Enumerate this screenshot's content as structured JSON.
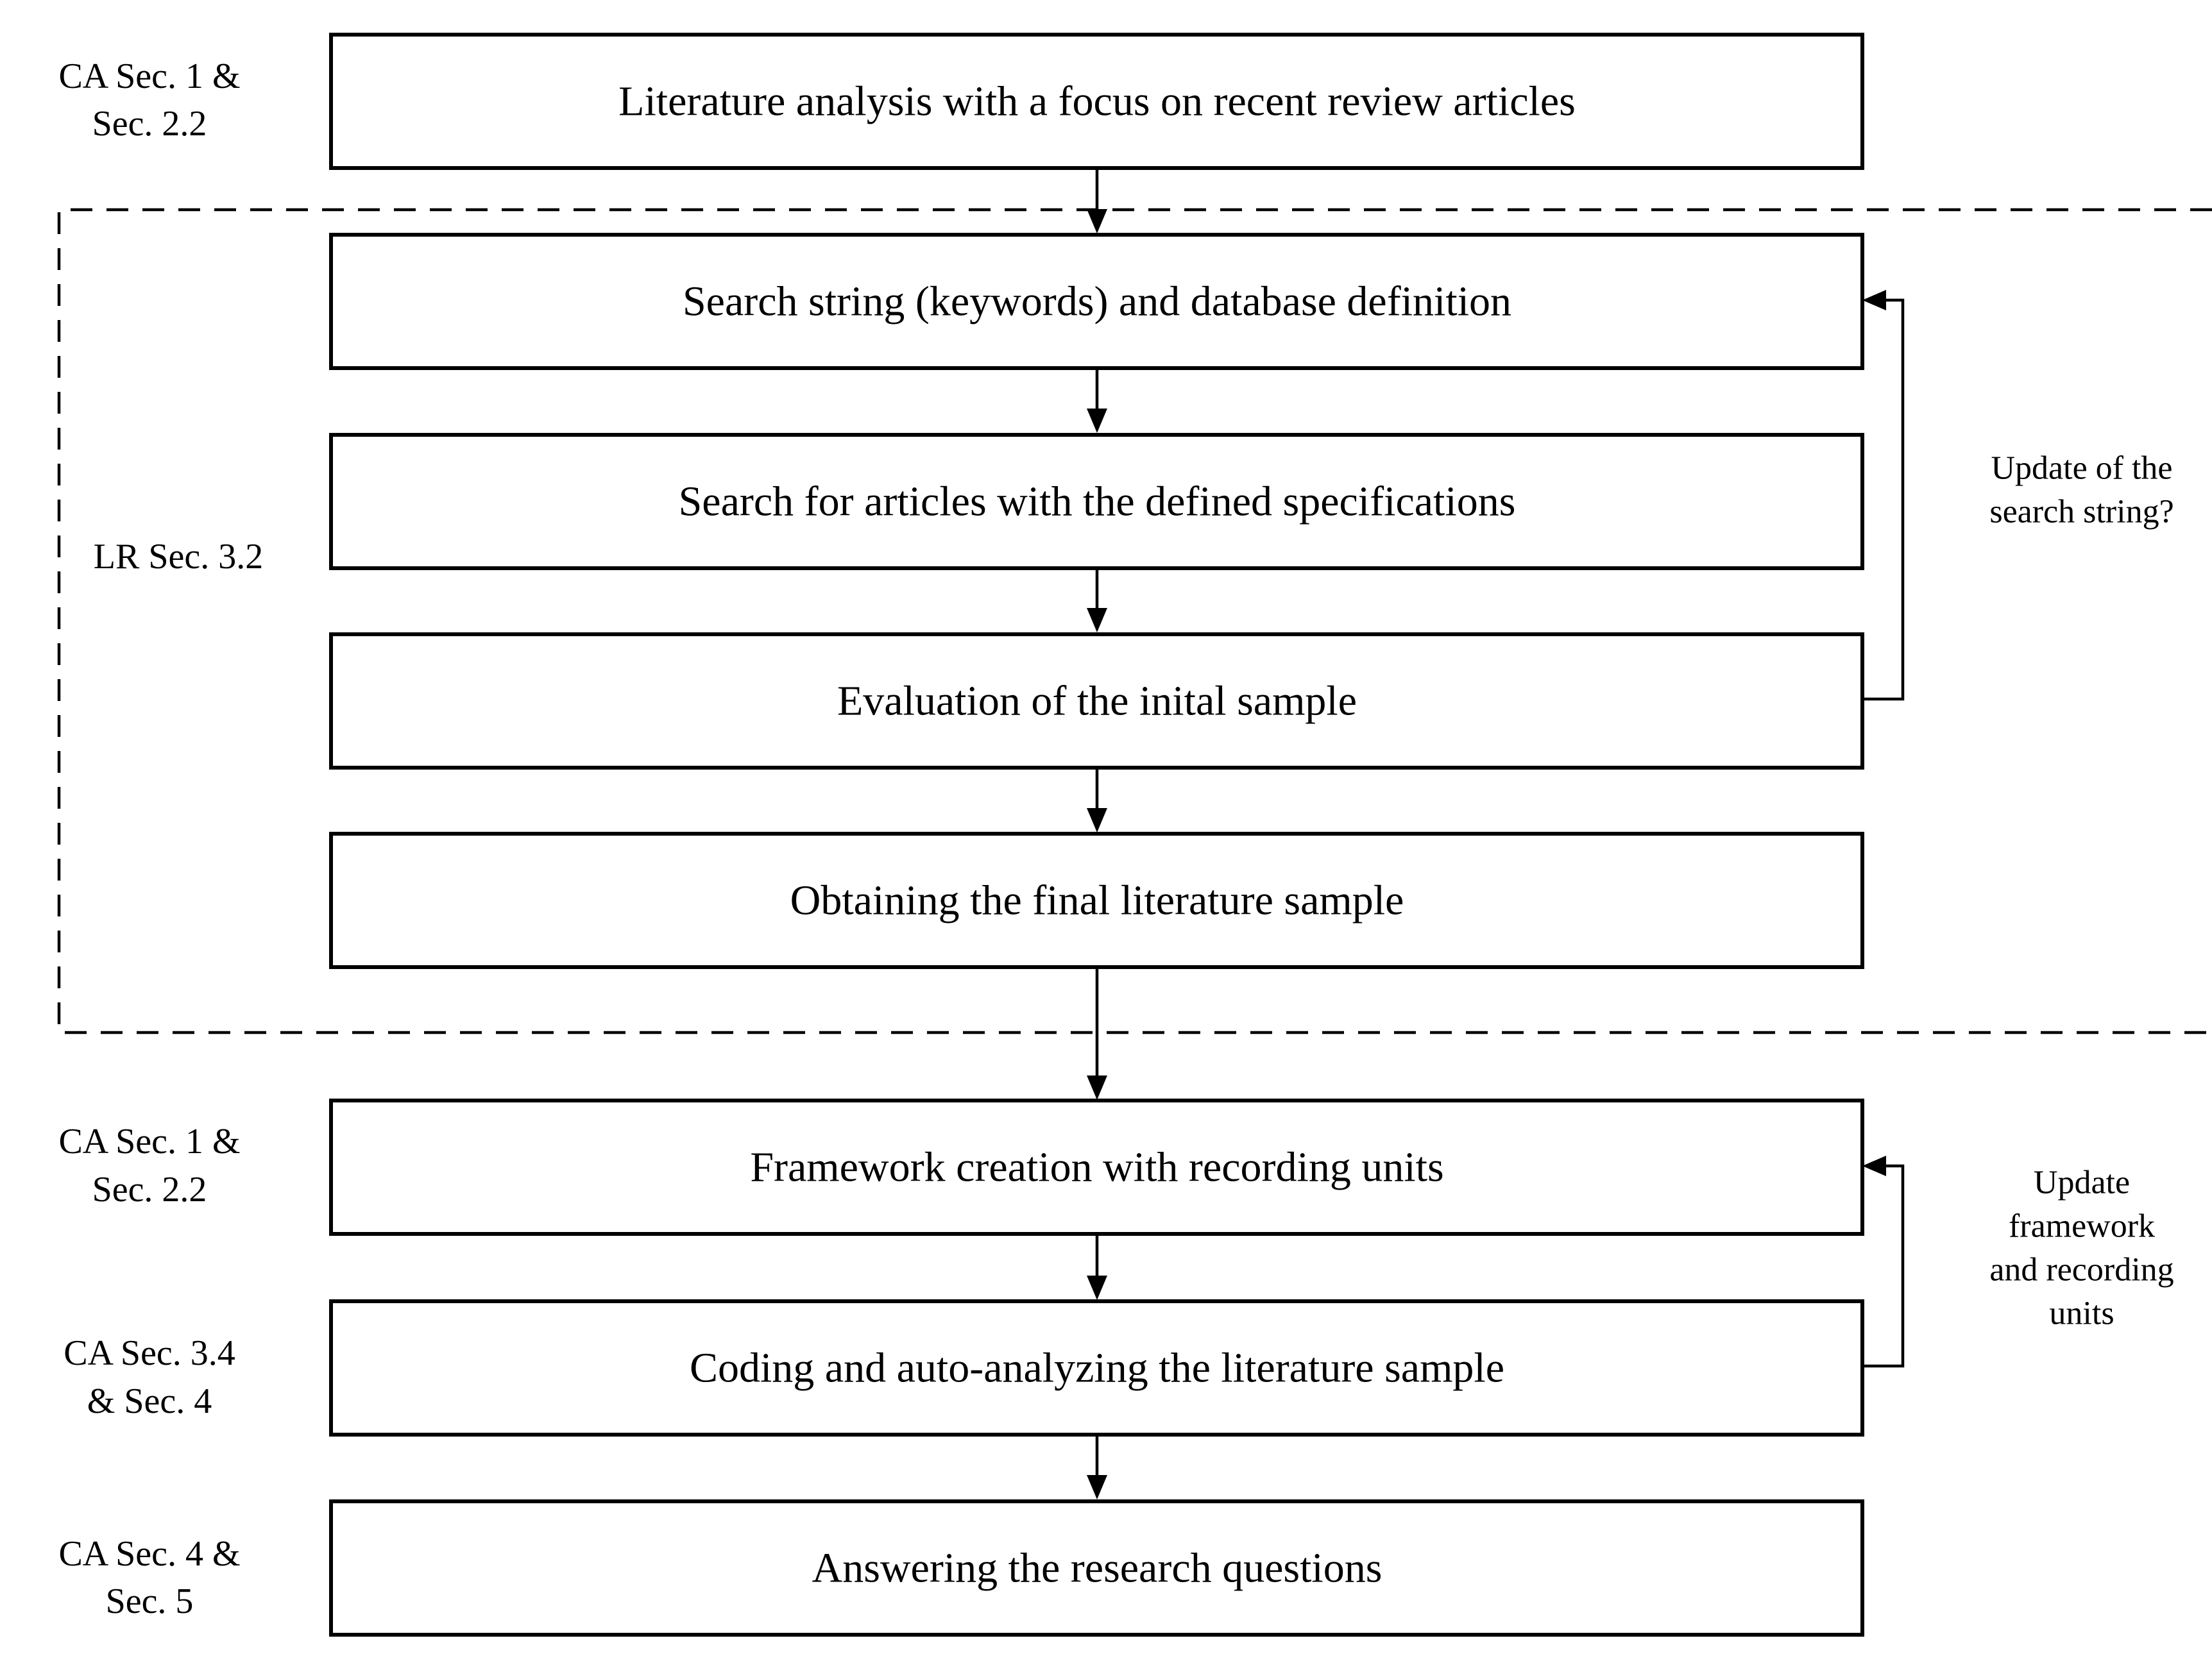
{
  "steps": [
    "Literature analysis with a focus on recent review articles",
    "Search string (keywords) and database definition",
    "Search for articles with the defined specifications",
    "Evaluation of the inital sample",
    "Obtaining the final literature sample",
    "Framework creation with recording units",
    "Coding and auto-analyzing the literature sample",
    "Answering the research questions"
  ],
  "side_labels": {
    "step1": [
      "CA Sec. 1 &",
      "Sec. 2.2"
    ],
    "literature_review": [
      "LR Sec. 3.2"
    ],
    "step6": [
      "CA Sec. 1 &",
      "Sec. 2.2"
    ],
    "step7": [
      "CA Sec. 3.4",
      "& Sec. 4"
    ],
    "step8": [
      "CA Sec. 4 &",
      "Sec. 5"
    ]
  },
  "loop_labels": {
    "search_update": [
      "Update of the",
      "search string?"
    ],
    "framework_update": [
      "Update",
      "framework",
      "and recording",
      "units"
    ]
  }
}
